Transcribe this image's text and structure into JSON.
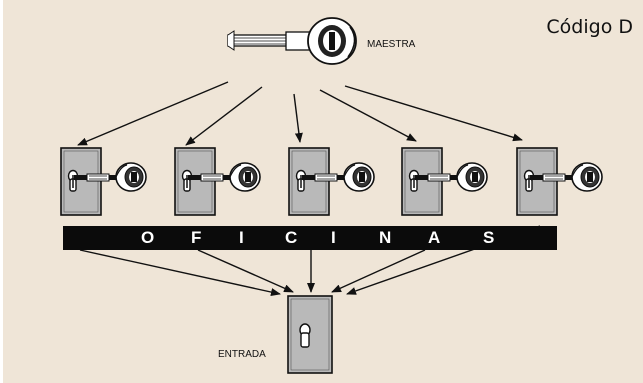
{
  "code_title": "Código D",
  "master_key_label": "MAESTRA",
  "offices_label": "O F I C I N A S",
  "entrance_label": "ENTRADA",
  "office_count": 5,
  "colors": {
    "background": "#efe5d7",
    "banner": "#0b0b0b",
    "door_plate": "#b9b9b9",
    "lines": "#111111"
  },
  "icons": [
    "master-key-icon",
    "office-lock-icon",
    "office-key-icon",
    "entrance-lock-icon"
  ]
}
